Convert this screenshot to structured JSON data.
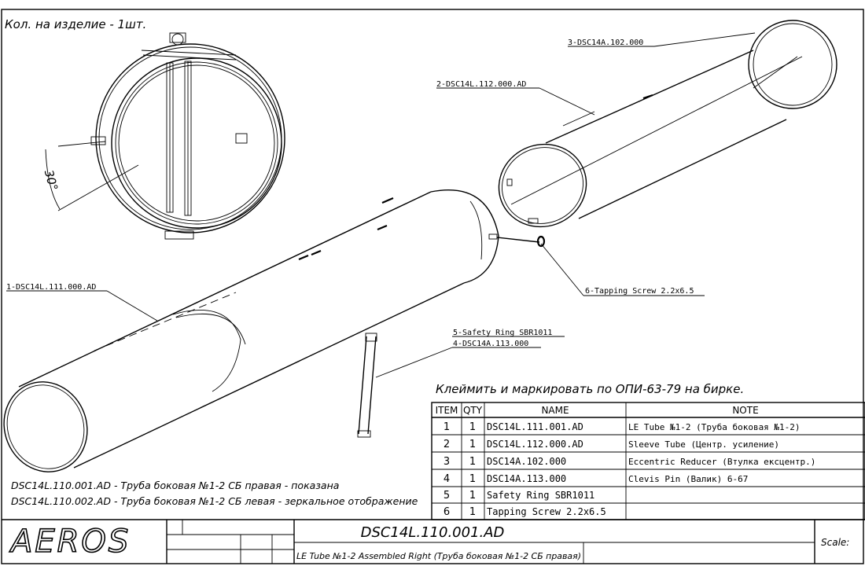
{
  "header": {
    "qty_note": "Кол. на изделие - 1шт."
  },
  "callouts": {
    "part1": "1-DSC14L.111.000.AD",
    "part2": "2-DSC14L.112.000.AD",
    "part3": "3-DSC14A.102.000",
    "part4": "4-DSC14A.113.000",
    "part5": "5-Safety Ring SBR1011",
    "part6": "6-Tapping Screw 2.2x6.5"
  },
  "angle_dim": "30°",
  "marking_note": "Клеймить и маркировать по ОПИ-63-79 на бирке.",
  "bom": {
    "headers": [
      "ITEM",
      "QTY",
      "NAME",
      "NOTE"
    ],
    "rows": [
      {
        "item": "1",
        "qty": "1",
        "name": "DSC14L.111.001.AD",
        "note": "LE Tube №1-2 (Труба боковая №1-2)"
      },
      {
        "item": "2",
        "qty": "1",
        "name": "DSC14L.112.000.AD",
        "note": "Sleeve Tube (Центр. усиление)"
      },
      {
        "item": "3",
        "qty": "1",
        "name": "DSC14A.102.000",
        "note": "Eccentric Reducer (Втулка ексцентр.)"
      },
      {
        "item": "4",
        "qty": "1",
        "name": "DSC14A.113.000",
        "note": "Clevis Pin (Валик) 6-67"
      },
      {
        "item": "5",
        "qty": "1",
        "name": "Safety Ring SBR1011",
        "note": ""
      },
      {
        "item": "6",
        "qty": "1",
        "name": "Tapping Screw 2.2x6.5",
        "note": ""
      }
    ]
  },
  "variants": {
    "right": "DSC14L.110.001.AD - Труба боковая №1-2 СБ правая - показана",
    "left": "DSC14L.110.002.AD - Труба боковая №1-2 СБ левая - зеркальное отображение"
  },
  "title_block": {
    "logo": "AEROS",
    "doc_number": "DSC14L.110.001.AD",
    "doc_title": "LE Tube №1-2 Assembled Right (Труба боковая №1-2 СБ правая)",
    "scale_label": "Scale:"
  }
}
